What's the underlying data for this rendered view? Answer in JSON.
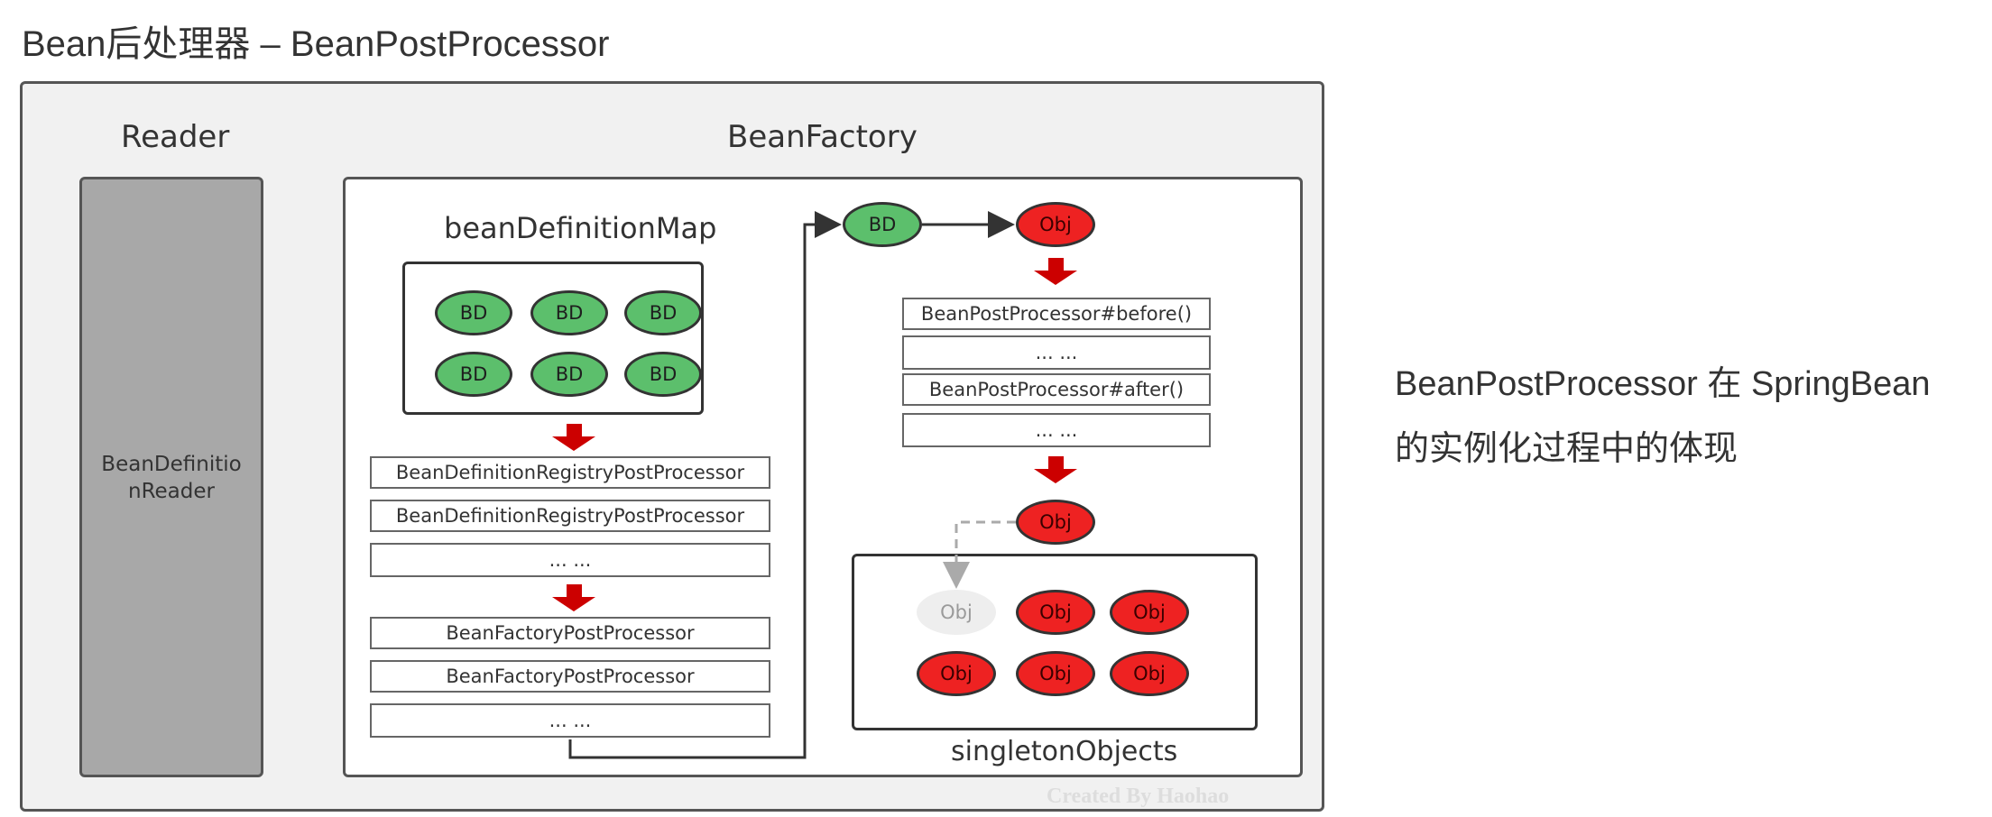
{
  "title": "Bean后处理器 – BeanPostProcessor",
  "reader": {
    "label": "Reader",
    "box_text_line1": "BeanDefinitio",
    "box_text_line2": "nReader"
  },
  "factory": {
    "label": "BeanFactory",
    "map_label": "beanDefinitionMap",
    "bd_label": "BD",
    "registry_processors": [
      "BeanDefinitionRegistryPostProcessor",
      "BeanDefinitionRegistryPostProcessor",
      "... ..."
    ],
    "factory_processors": [
      "BeanFactoryPostProcessor",
      "BeanFactoryPostProcessor",
      "... ..."
    ],
    "bean_post_processors": [
      "BeanPostProcessor#before()",
      "... ...",
      "BeanPostProcessor#after()",
      "... ..."
    ],
    "obj_label": "Obj",
    "singleton_label": "singletonObjects"
  },
  "note": {
    "line1": "BeanPostProcessor 在 SpringBean",
    "line2": "的实例化过程中的体现"
  },
  "watermark": "Created By Haohao",
  "colors": {
    "bd_fill": "#5cbf6c",
    "obj_fill": "#ee2222",
    "arrow_red": "#cc0000",
    "ghost_fill": "#eeeeee"
  }
}
